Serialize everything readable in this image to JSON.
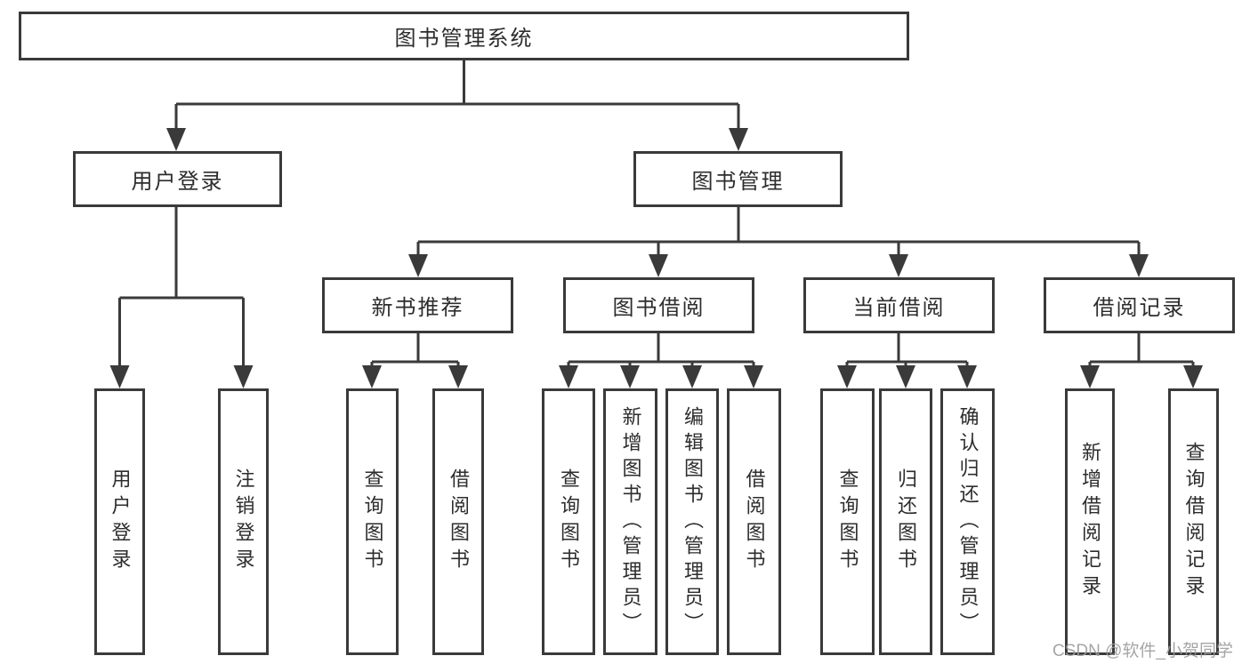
{
  "colors": {
    "line": "#3a3a3a",
    "text": "#2d2d2d",
    "watermark_gray": "#9c9c9c"
  },
  "nodes": {
    "root": {
      "label": "图书管理系统"
    },
    "level2": [
      {
        "label": "用户登录"
      },
      {
        "label": "图书管理"
      }
    ],
    "level3": [
      {
        "label": "新书推荐"
      },
      {
        "label": "图书借阅"
      },
      {
        "label": "当前借阅"
      },
      {
        "label": "借阅记录"
      }
    ],
    "leaves": [
      {
        "label": "用户登录"
      },
      {
        "label": "注销登录"
      },
      {
        "label": "查询图书"
      },
      {
        "label": "借阅图书"
      },
      {
        "label": "查询图书"
      },
      {
        "label": "新增图书（管理员）"
      },
      {
        "label": "编辑图书（管理员）"
      },
      {
        "label": "借阅图书"
      },
      {
        "label": "查询图书"
      },
      {
        "label": "归还图书"
      },
      {
        "label": "确认归还（管理员）"
      },
      {
        "label": "新增借阅记录"
      },
      {
        "label": "查询借阅记录"
      }
    ]
  },
  "watermark": {
    "text": "CSDN @软件_小贺同学"
  }
}
